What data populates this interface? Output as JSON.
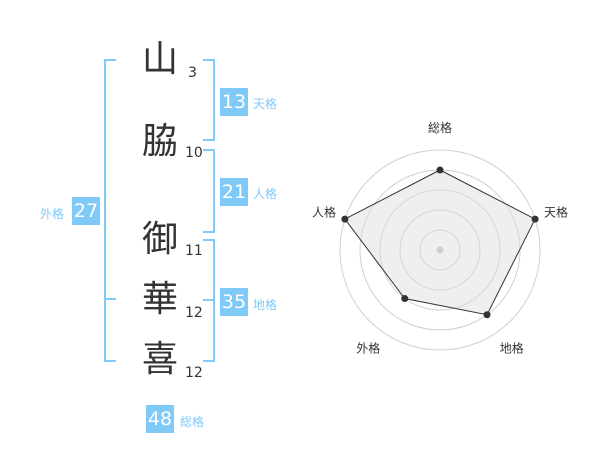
{
  "name_chars": [
    {
      "char": "山",
      "strokes": "3"
    },
    {
      "char": "脇",
      "strokes": "10"
    },
    {
      "char": "御",
      "strokes": "11"
    },
    {
      "char": "華",
      "strokes": "12"
    },
    {
      "char": "喜",
      "strokes": "12"
    }
  ],
  "kaku": {
    "tenkaku": {
      "value": "13",
      "label": "天格"
    },
    "jinkaku": {
      "value": "21",
      "label": "人格"
    },
    "chikaku": {
      "value": "35",
      "label": "地格"
    },
    "gaikaku": {
      "value": "27",
      "label": "外格"
    },
    "soukaku": {
      "value": "48",
      "label": "総格"
    }
  },
  "colors": {
    "accent": "#7fcaf7",
    "text": "#333333"
  },
  "chart_data": {
    "type": "radar",
    "categories": [
      "総格",
      "天格",
      "地格",
      "外格",
      "人格"
    ],
    "values": [
      4,
      5,
      4,
      3,
      5
    ],
    "max": 5,
    "levels": 5
  }
}
